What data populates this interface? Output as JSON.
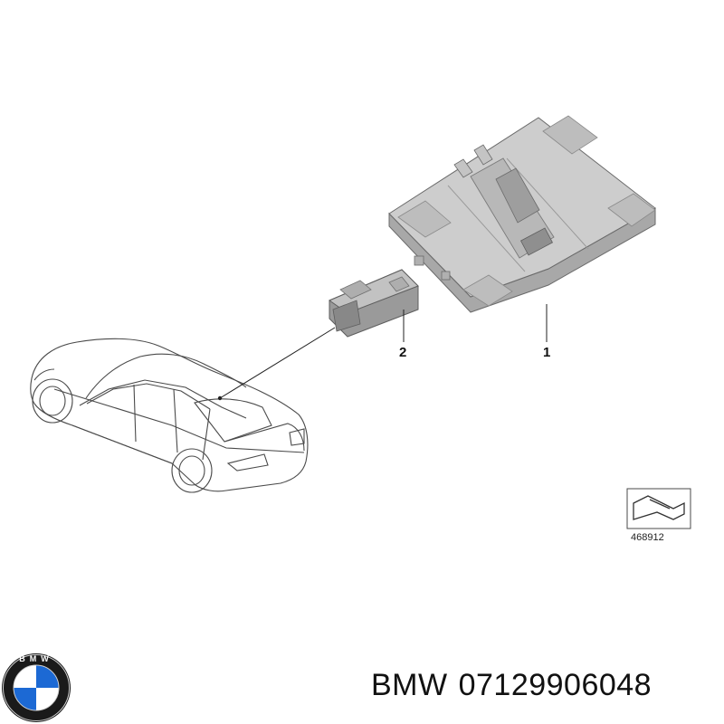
{
  "diagram": {
    "callouts": [
      {
        "id": "1",
        "label": "1"
      },
      {
        "id": "2",
        "label": "2"
      }
    ],
    "reference_number": "468912"
  },
  "logo": {
    "brand_text": "BMW",
    "colors": {
      "ring": "#1a1a1a",
      "blue": "#1c69d4",
      "white": "#ffffff"
    }
  },
  "caption": {
    "brand": "BMW",
    "part_number": "07129906048"
  },
  "colors": {
    "line": "#4a4a4a",
    "module_light": "#cfcfcf",
    "module_mid": "#b3b3b3",
    "module_dark": "#8c8c8c"
  }
}
